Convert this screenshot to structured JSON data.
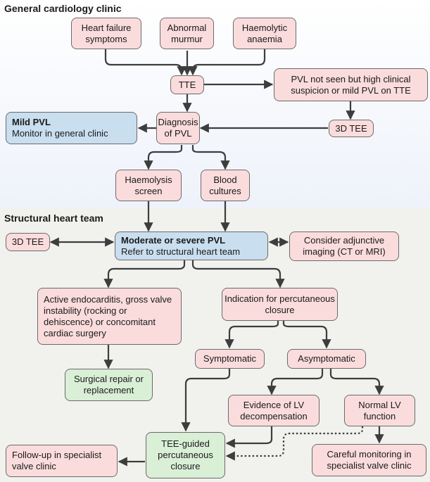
{
  "sections": {
    "general": "General cardiology clinic",
    "structural": "Structural heart team"
  },
  "nodes": {
    "hf": "Heart failure symptoms",
    "murmur": "Abnormal murmur",
    "haemolytic": "Haemolytic anaemia",
    "tte": "TTE",
    "pvl_not_seen": "PVL not seen but high clinical suspicion or mild PVL on TTE",
    "tee3d_top": "3D TEE",
    "diagnosis": "Diagnosis of PVL",
    "mild_title": "Mild PVL",
    "mild_sub": "Monitor in general clinic",
    "haemolysis_screen": "Haemolysis screen",
    "blood_cultures": "Blood cultures",
    "tee3d_left": "3D TEE",
    "modsev_title": "Moderate or severe PVL",
    "modsev_sub": "Refer to structural heart team",
    "adjunctive": "Consider adjunctive imaging (CT or MRI)",
    "active_endo": "Active endocarditis, gross valve instability (rocking or dehiscence) or concomitant cardiac surgery",
    "indication": "Indication for percutaneous closure",
    "symptomatic": "Symptomatic",
    "asymptomatic": "Asymptomatic",
    "surgical": "Surgical repair or replacement",
    "lv_decomp": "Evidence of LV decompensation",
    "normal_lv": "Normal LV function",
    "tee_guided": "TEE-guided percutaneous closure",
    "followup": "Follow-up in specialist valve clinic",
    "careful": "Careful monitoring in specialist valve clinic"
  },
  "colors": {
    "pink": "#fbdcdc",
    "blue": "#c9deef",
    "green": "#d9efd6",
    "arrow": "#3d3d3d"
  }
}
